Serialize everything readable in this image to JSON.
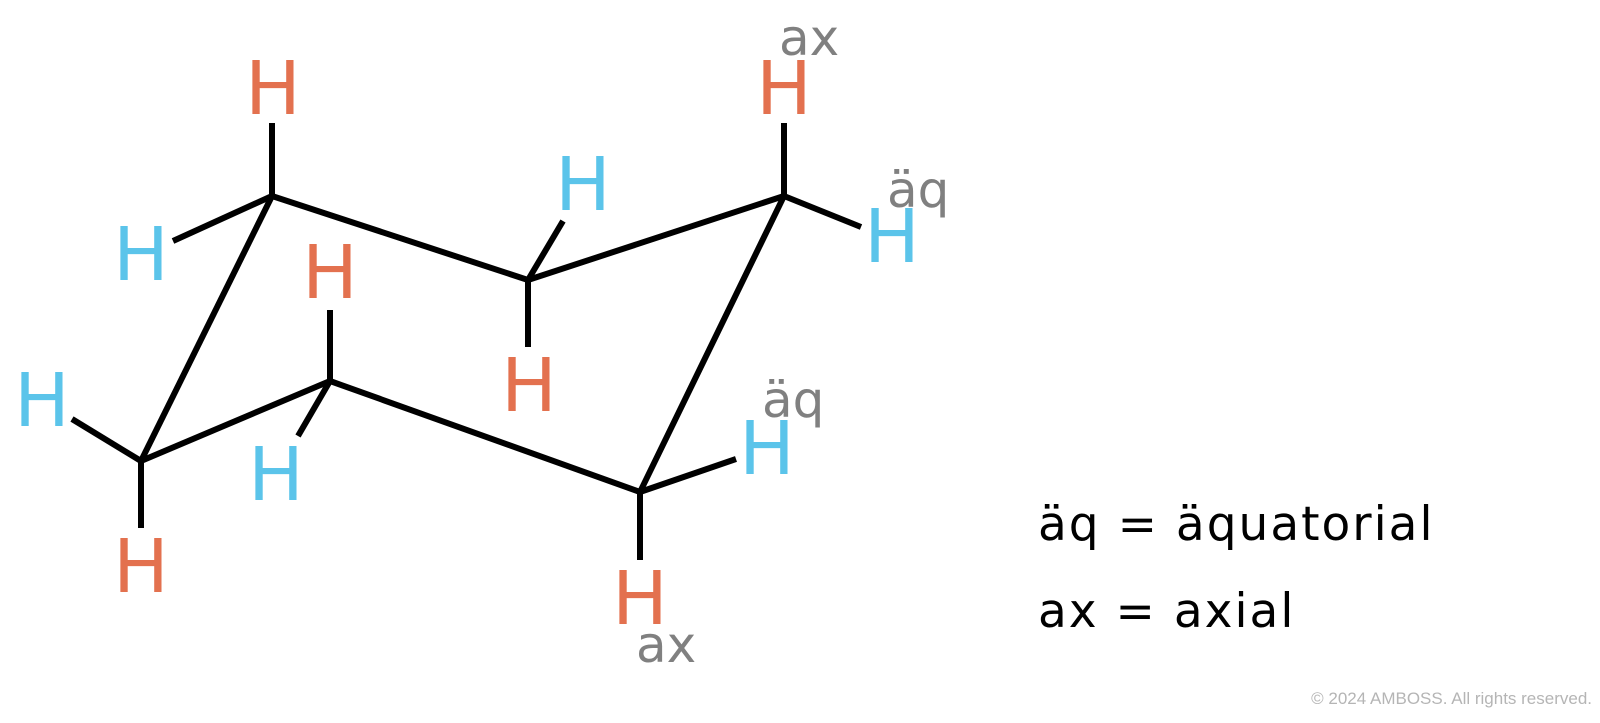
{
  "atom_symbol": "H",
  "labels": {
    "axial": "ax",
    "equatorial": "äq"
  },
  "legend": {
    "equatorial_line": "äq = äquatorial",
    "axial_line": "ax = axial"
  },
  "copyright": "© 2024 AMBOSS. All rights reserved.",
  "colors": {
    "bond": "#000000",
    "axial_hydrogen": "#E3714F",
    "equatorial_hydrogen": "#5BC4EA",
    "position_label": "#808080",
    "legend_text": "#000000",
    "copyright_text": "#B5B5B5"
  }
}
